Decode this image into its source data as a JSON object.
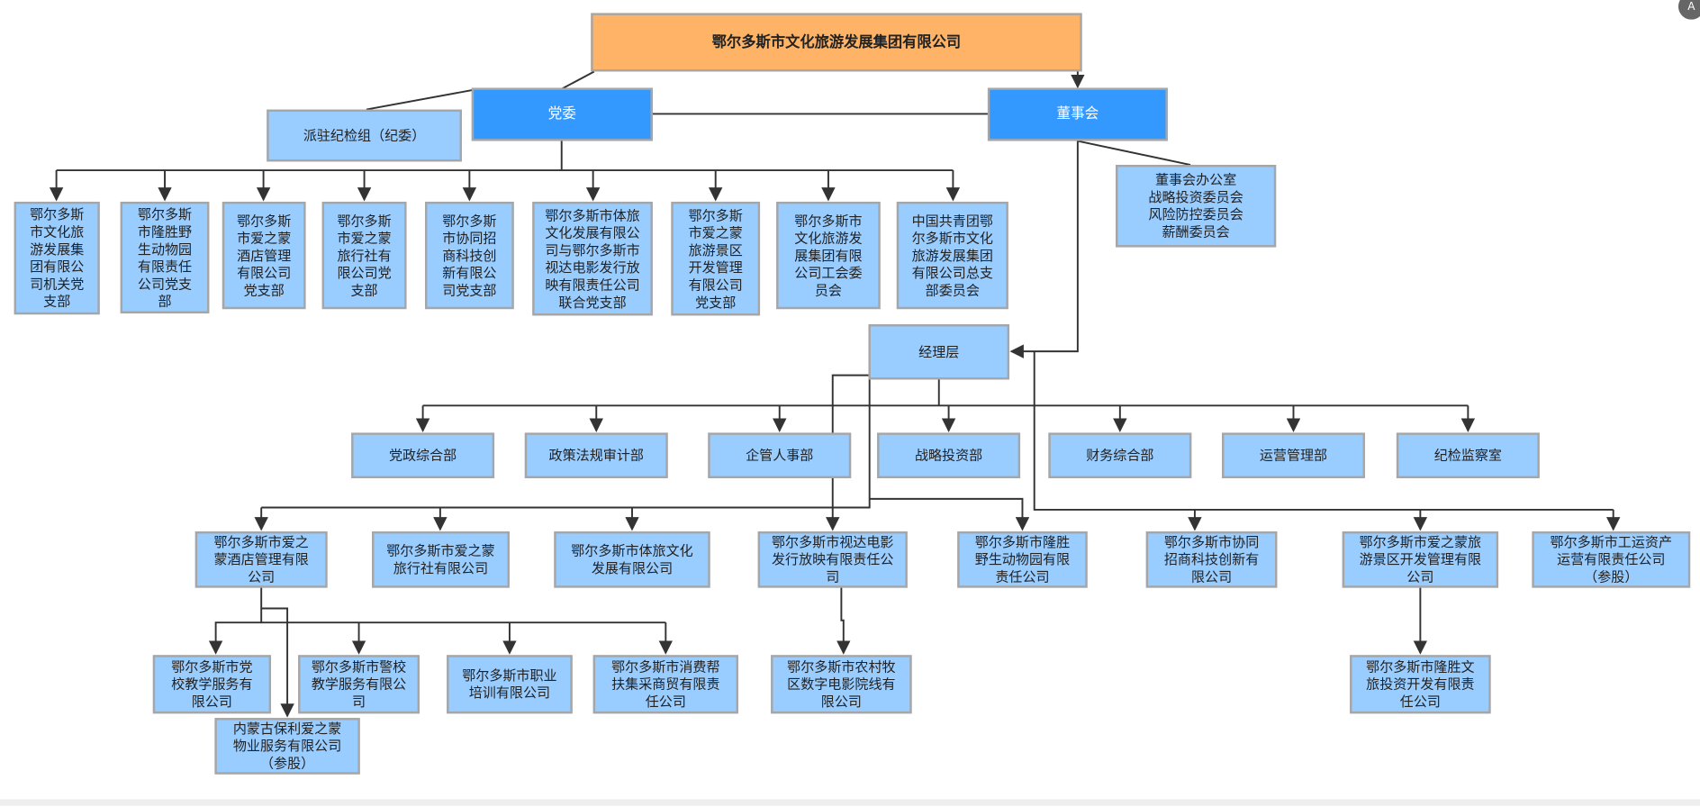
{
  "root": "鄂尔多斯市文化旅游发展集团有限公司",
  "party": "党委",
  "board": "董事会",
  "discipline_group": "派驻纪检组（纪委）",
  "board_committees": "董事会办公室\n战略投资委员会\n风险防控委员会\n薪酬委员会",
  "party_branches": [
    "鄂尔多斯\n市文化旅\n游发展集\n团有限公\n司机关党\n支部",
    "鄂尔多斯\n市隆胜野\n生动物园\n有限责任\n公司党支\n部",
    "鄂尔多斯\n市爱之蒙\n酒店管理\n有限公司\n党支部",
    "鄂尔多斯\n市爱之蒙\n旅行社有\n限公司党\n支部",
    "鄂尔多斯\n市协同招\n商科技创\n新有限公\n司党支部",
    "鄂尔多斯市体旅\n文化发展有限公\n司与鄂尔多斯市\n视达电影发行放\n映有限责任公司\n联合党支部",
    "鄂尔多斯\n市爱之蒙\n旅游景区\n开发管理\n有限公司\n党支部",
    "鄂尔多斯市\n文化旅游发\n展集团有限\n公司工会委\n员会",
    "中国共青团鄂\n尔多斯市文化\n旅游发展集团\n有限公司总支\n部委员会"
  ],
  "management": "经理层",
  "departments": [
    "党政综合部",
    "政策法规审计部",
    "企管人事部",
    "战略投资部",
    "财务综合部",
    "运营管理部",
    "纪检监察室"
  ],
  "subsidiaries": [
    "鄂尔多斯市爱之\n蒙酒店管理有限\n公司",
    "鄂尔多斯市爱之蒙\n旅行社有限公司",
    "鄂尔多斯市体旅文化\n发展有限公司",
    "鄂尔多斯市视达电影\n发行放映有限责任公\n司",
    "鄂尔多斯市隆胜\n野生动物园有限\n责任公司",
    "鄂尔多斯市协同\n招商科技创新有\n限公司",
    "鄂尔多斯市爱之蒙旅\n游景区开发管理有限\n公司",
    "鄂尔多斯市工运资产\n运营有限责任公司\n（参股）"
  ],
  "hotel_subs": [
    "鄂尔多斯市党\n校教学服务有\n限公司",
    "内蒙古保利爱之蒙\n物业服务有限公司\n（参股）",
    "鄂尔多斯市警校\n教学服务有限公\n司",
    "鄂尔多斯市职业\n培训有限公司",
    "鄂尔多斯市消费帮\n扶集采商贸有限责\n任公司"
  ],
  "film_sub": "鄂尔多斯市农村牧\n区数字电影院线有\n限公司",
  "scenic_sub": "鄂尔多斯市隆胜文\n旅投资开发有限责\n任公司",
  "corner_label": "A"
}
